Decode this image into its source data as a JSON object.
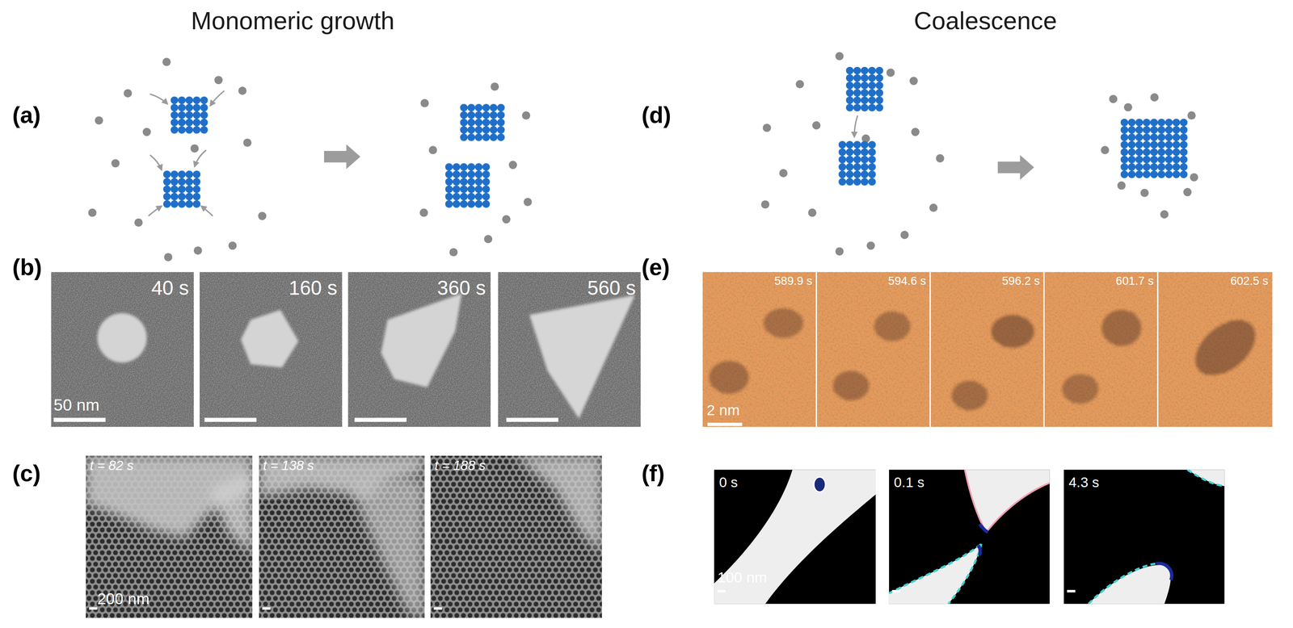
{
  "diagram": {
    "labels": [
      "Monomeric growth",
      "Coalescence",
      "(a)",
      "(b)",
      "(c)",
      "(d)",
      "(e)",
      "(f)",
      "40 s",
      "160 s",
      "360 s",
      "560 s",
      "50 nm",
      "t = 82 s",
      "t = 138 s",
      "t = 188 s",
      "200 nm",
      "589.9 s",
      "594.6 s",
      "596.2 s",
      "601.7 s",
      "602.5 s",
      "2 nm",
      "0 s",
      "0.1 s",
      "4.3 s",
      "100 nm"
    ]
  }
}
